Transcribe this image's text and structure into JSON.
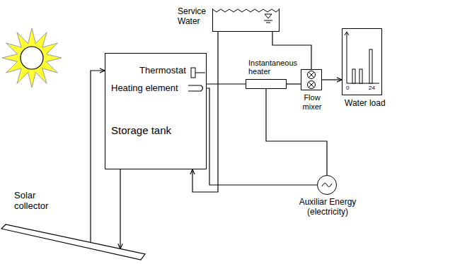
{
  "diagram": {
    "nodes": [
      {
        "text": [
          "Thermostat",
          "Heating element",
          "Storage tank"
        ]
      },
      {
        "text": [
          "Service Water"
        ]
      },
      {
        "text": [
          "Instantaneous heater"
        ]
      },
      {
        "text": [
          "Flow mixer"
        ]
      },
      {
        "text": [
          "0",
          "24",
          "Water load"
        ]
      },
      {
        "text": [
          "Auxiliar Energy (electricity)"
        ]
      },
      {
        "text": [
          "Solar collector"
        ]
      }
    ],
    "edges": [
      {
        "from": 6,
        "to": 0,
        "arrow": "to"
      },
      {
        "from": 0,
        "to": 6,
        "arrow": "to"
      },
      {
        "from": 1,
        "to": 0,
        "arrow": "to"
      },
      {
        "from": 0,
        "to": 2,
        "arrow": "none"
      },
      {
        "from": 1,
        "to": 3,
        "arrow": "none"
      },
      {
        "from": 2,
        "to": 3,
        "arrow": "none"
      },
      {
        "from": 3,
        "to": 4,
        "arrow": "to"
      },
      {
        "from": 5,
        "to": 0,
        "arrow": "none"
      },
      {
        "from": 5,
        "to": 2,
        "arrow": "none"
      }
    ]
  }
}
